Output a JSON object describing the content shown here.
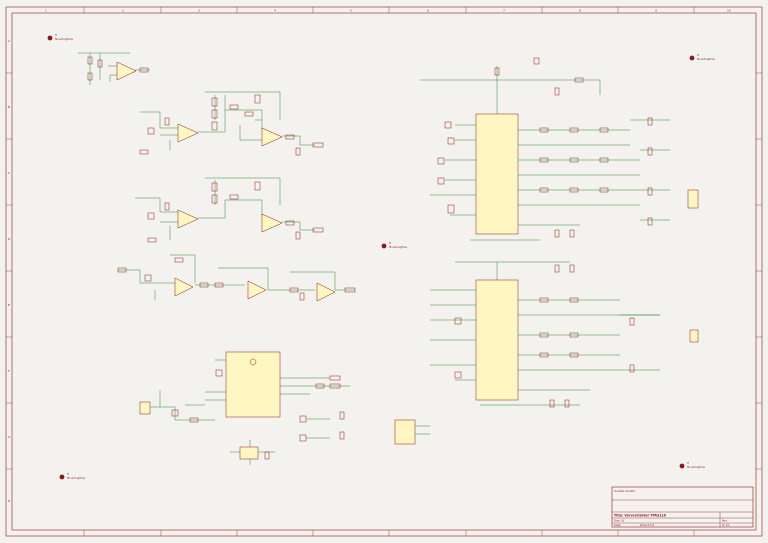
{
  "frame": {
    "columns": [
      "1",
      "2",
      "3",
      "4",
      "5",
      "6",
      "7",
      "8",
      "9",
      "10"
    ],
    "rows": [
      "A",
      "B",
      "C",
      "D",
      "E",
      "F",
      "G",
      "H"
    ]
  },
  "mounting_holes": [
    {
      "ref": "H",
      "label": "MountingHole"
    },
    {
      "ref": "H",
      "label": "MountingHole"
    },
    {
      "ref": "H",
      "label": "MountingHole"
    },
    {
      "ref": "H",
      "label": "MountingHole"
    },
    {
      "ref": "H",
      "label": "MountingHole"
    }
  ],
  "title_block": {
    "company": "Sunlite GmbH",
    "title": "Title: Vorverstärker TPA3116",
    "size": "Size: A3",
    "date": "Date:",
    "rev": "Rev:",
    "kicad": "KiCad E.D.A.",
    "id": "Id: 1/1"
  },
  "colors": {
    "wire": "#2e8b3a",
    "component": "#8b1a1a",
    "body_fill": "#fff7c2",
    "frame": "#8b1a1a",
    "background": "#f4f2ee",
    "label_blue": "#2233aa"
  }
}
